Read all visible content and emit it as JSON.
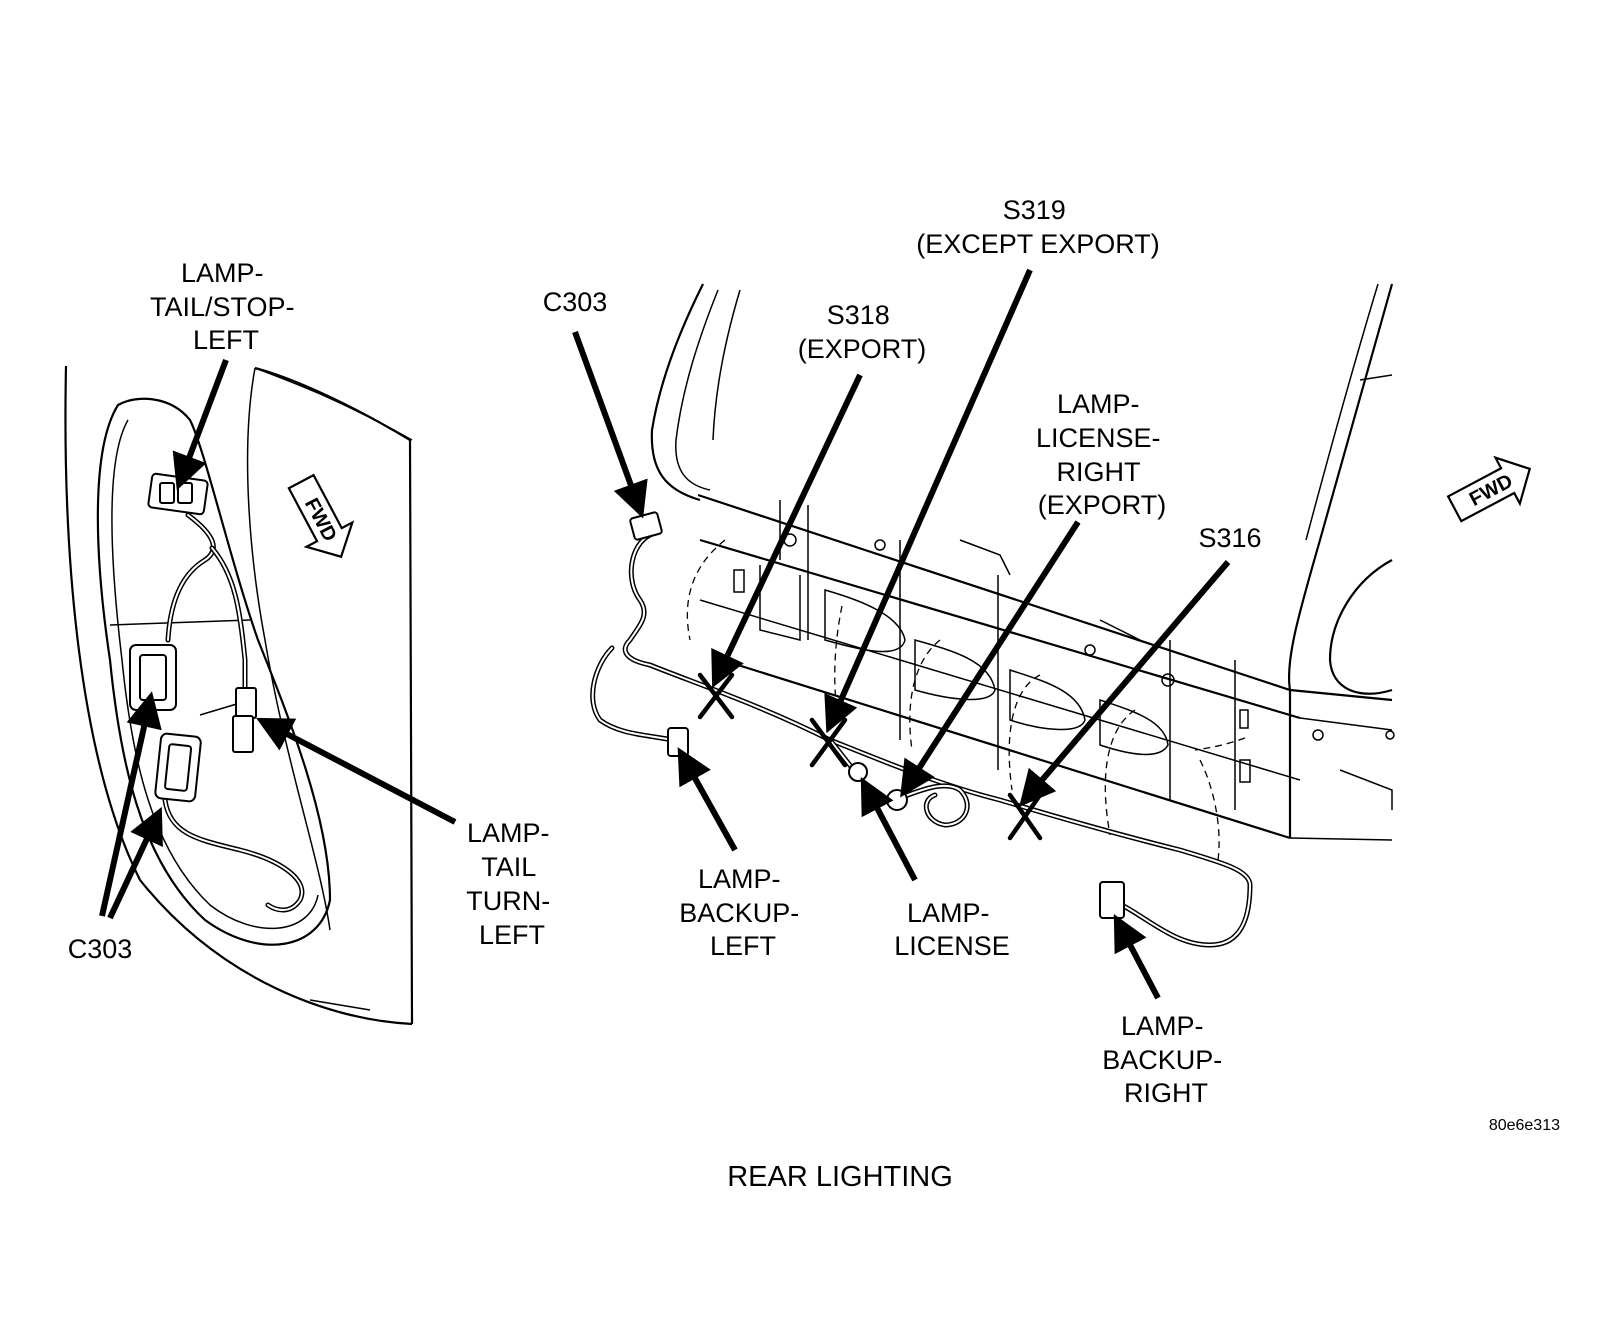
{
  "figure": {
    "caption": "REAR LIGHTING",
    "ref_code": "80e6e313"
  },
  "left_view": {
    "label_tail_stop": [
      "LAMP-",
      "TAIL/STOP-",
      "LEFT"
    ],
    "label_tail_turn": [
      "LAMP-",
      "TAIL",
      "TURN-",
      "LEFT"
    ],
    "label_connector": "C303",
    "fwd_arrow_text": "FWD"
  },
  "right_view": {
    "label_c303": "C303",
    "label_s318": [
      "S318",
      "(EXPORT)"
    ],
    "label_s319": [
      "S319",
      "(EXCEPT EXPORT)"
    ],
    "label_license_right": [
      "LAMP-",
      "LICENSE-",
      "RIGHT",
      "(EXPORT)"
    ],
    "label_s316": "S316",
    "label_backup_left": [
      "LAMP-",
      "BACKUP-",
      "LEFT"
    ],
    "label_license": [
      "LAMP-",
      "LICENSE"
    ],
    "label_backup_right": [
      "LAMP-",
      "BACKUP-",
      "RIGHT"
    ],
    "fwd_arrow_text": "FWD"
  }
}
